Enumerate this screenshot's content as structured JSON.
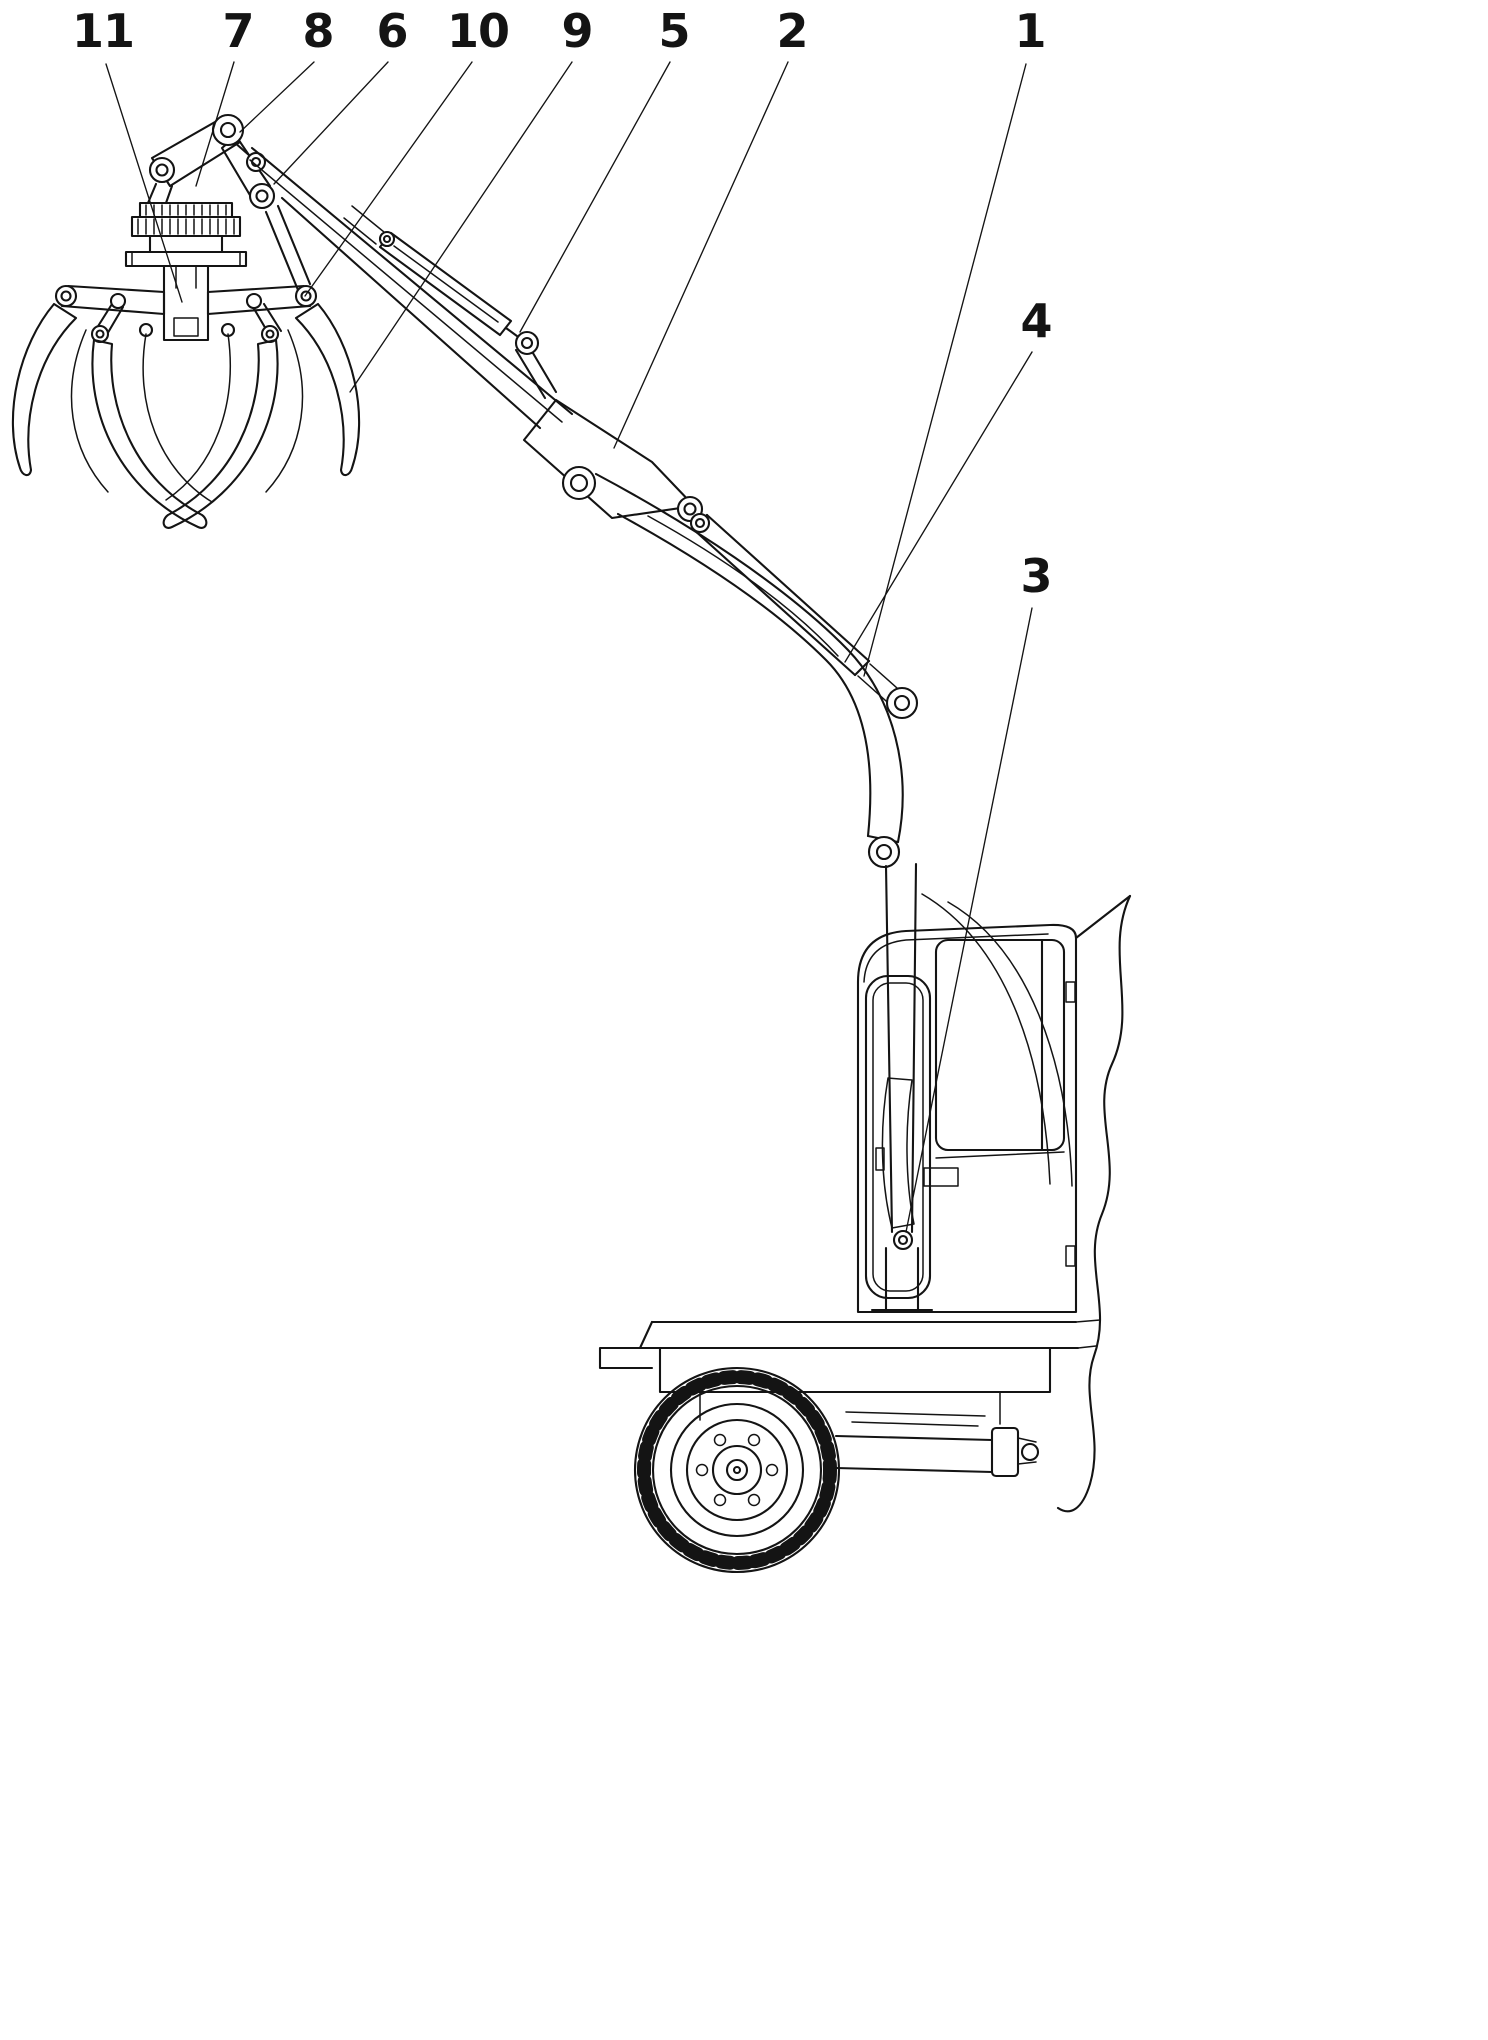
{
  "figure": {
    "kind": "patent-style line drawing",
    "subject": "wheeled excavator with articulated boom, stick and log-grapple attachment"
  },
  "colors": {
    "line": "#141414",
    "background": "#ffffff"
  },
  "callouts": [
    {
      "text": "11"
    },
    {
      "text": "7"
    },
    {
      "text": "8"
    },
    {
      "text": "6"
    },
    {
      "text": "10"
    },
    {
      "text": "9"
    },
    {
      "text": "5"
    },
    {
      "text": "2"
    },
    {
      "text": "1"
    },
    {
      "text": "4"
    },
    {
      "text": "3"
    }
  ]
}
